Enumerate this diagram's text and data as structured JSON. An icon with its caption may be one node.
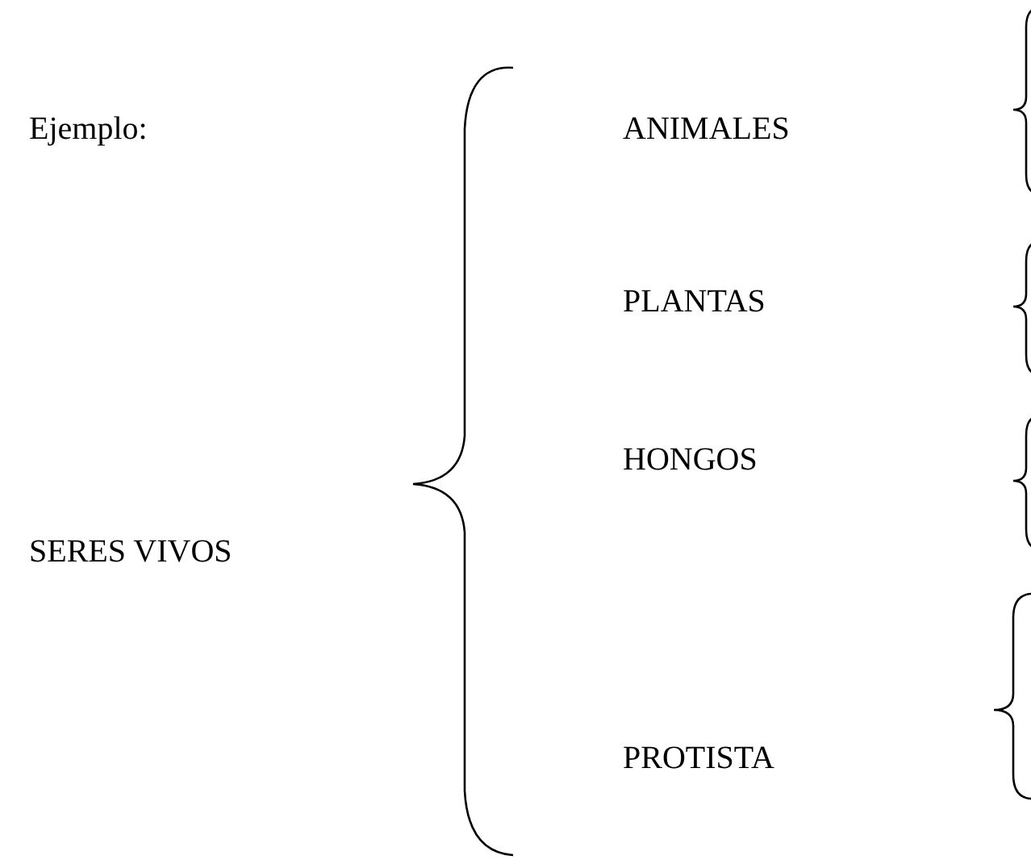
{
  "diagram": {
    "labels": [
      "Ejemplo:",
      "ANIMALES",
      "PLANTAS",
      "HONGOS",
      "SERES VIVOS",
      "PROTISTA"
    ]
  }
}
